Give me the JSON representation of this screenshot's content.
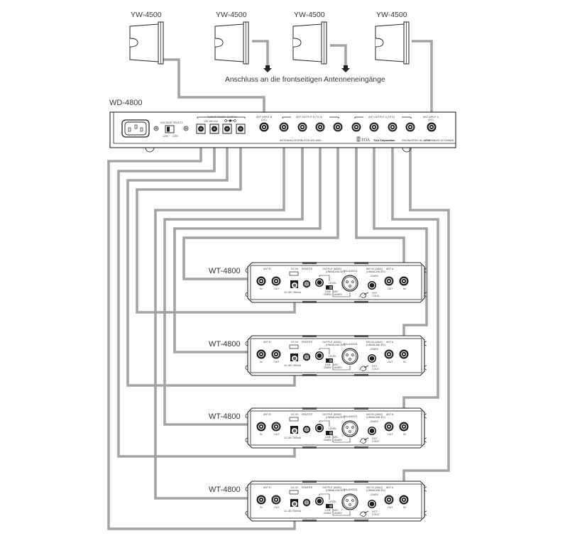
{
  "antennas": [
    {
      "label": "YW-4500",
      "connects_to": "ANT INPUT B"
    },
    {
      "label": "YW-4500",
      "connects_to": "front antenna input"
    },
    {
      "label": "YW-4500",
      "connects_to": "front antenna input"
    },
    {
      "label": "YW-4500",
      "connects_to": "ANT INPUT A"
    }
  ],
  "note": "Anschluss an die frontseitigen Antenneneingänge",
  "distributor": {
    "label": "WD-4800",
    "voltage_select": "VOLTAGE SELECT",
    "voltage_options": [
      "120V",
      "230V"
    ],
    "tuner_power_supply": "TUNER POWER SUPPLY",
    "tuner_power_spec": "13V 280 mA",
    "ant_input_b": "ANT INPUT B",
    "ant_input_b_sub": "(DC)",
    "ant_output_b": "ANT OUTPUT B (75 Ω)",
    "ant_output_a": "ANT OUTPUT A (75 Ω)",
    "ant_input_a": "ANT INPUT A",
    "ant_input_a_sub": "(DC)",
    "model_text": "ANTENNA DISTRIBUTOR WD-4800",
    "brand": "TOA",
    "corp": "TOA Corporation",
    "origin_1": "ENGINEERED IN JAPAN",
    "origin_2": "ASSEMBLED IN TAIWAN"
  },
  "tuner_panel": {
    "ant_b": "ANT B",
    "in": "IN",
    "out": "OUT",
    "dc_in": "DC IN",
    "dc_spec": "12-18V 350mA",
    "remote": "REMOTE",
    "output": "OUTPUT (600Ω)",
    "unbalanced": "(UNBALANCED)",
    "balanced": "BALANCED",
    "level": "LEVEL",
    "line": "LINE",
    "line_db": "-20dBV",
    "mic": "MIC",
    "mic_db": "-60dBV",
    "mix_in": "MIX IN (10kΩ)",
    "mix_unbal": "(UNBALANCED)",
    "mix_db": "-20dBV",
    "hot": "HOT",
    "cold": "COLD",
    "ant_a": "ANT A"
  },
  "tuners": [
    {
      "label": "WT-4800"
    },
    {
      "label": "WT-4800"
    },
    {
      "label": "WT-4800"
    },
    {
      "label": "WT-4800"
    }
  ],
  "colors": {
    "cable": "#a3a3a3",
    "line": "#222222",
    "text": "#333333"
  }
}
